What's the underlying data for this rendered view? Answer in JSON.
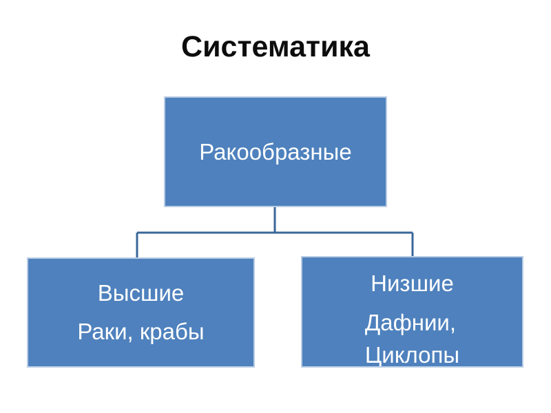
{
  "slide": {
    "title": "Систематика",
    "background_color": "#FFFFFF",
    "title_color": "#0D0D0D"
  },
  "theme": {
    "node_fill": "#4E81BD",
    "node_border": "#B8CCE4",
    "node_text": "#FFFFFF",
    "connector_color": "#3A6699"
  },
  "chart_data": {
    "type": "diagram",
    "diagram_type": "organization-chart",
    "title": "Систематика",
    "orientation": "top-down",
    "nodes": [
      {
        "id": "root",
        "label": "Ракообразные",
        "lines": [
          "Ракообразные"
        ],
        "level": 0,
        "text_align": "center"
      },
      {
        "id": "left",
        "label": "Высшие",
        "lines": [
          "Высшие",
          "Раки, крабы"
        ],
        "level": 1,
        "parent": "root",
        "text_align": "center"
      },
      {
        "id": "right",
        "label": "Низшие",
        "lines": [
          "Низшие",
          "Дафнии,",
          "Циклопы"
        ],
        "level": 1,
        "parent": "root",
        "text_align": "center-then-left"
      }
    ],
    "edges": [
      {
        "from": "root",
        "to": "left",
        "style": "elbow"
      },
      {
        "from": "root",
        "to": "right",
        "style": "elbow"
      }
    ]
  },
  "nodes": {
    "root": {
      "line1": "Ракообразные"
    },
    "left": {
      "line1": "Высшие",
      "line2": "Раки, крабы"
    },
    "right": {
      "line1": "Низшие",
      "line2": "Дафнии,",
      "line3": "Циклопы"
    }
  }
}
